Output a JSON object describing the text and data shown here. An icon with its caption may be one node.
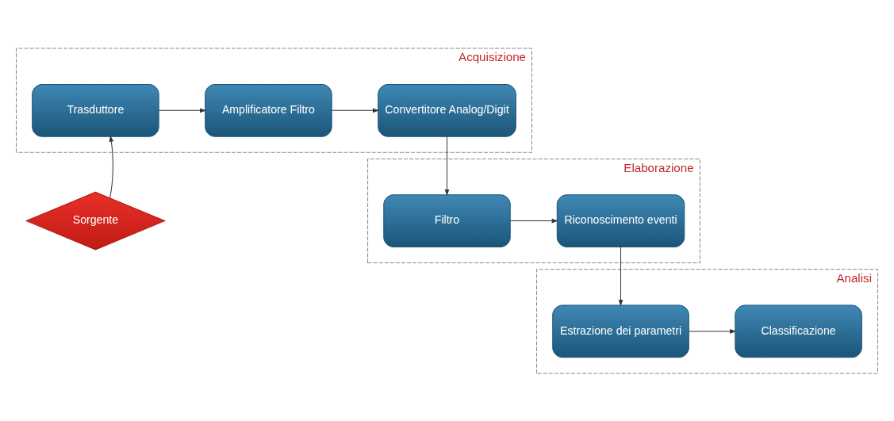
{
  "diagram": {
    "nodes": [
      {
        "text": [
          "Acquisizione"
        ]
      },
      {
        "text": [
          "Trasduttore"
        ],
        "in": 0
      },
      {
        "text": [
          "Amplificatore Filtro"
        ],
        "in": 0
      },
      {
        "text": [
          "Convertitore Analog/Digit"
        ],
        "in": 0
      },
      {
        "text": [
          "Sorgente"
        ]
      },
      {
        "text": [
          "Elaborazione"
        ]
      },
      {
        "text": [
          "Riconoscimento eventi"
        ],
        "in": 5
      },
      {
        "text": [
          "Filtro"
        ],
        "in": 5
      },
      {
        "text": [
          "Analisi"
        ]
      },
      {
        "text": [
          "Estrazione dei parametri"
        ],
        "in": 8
      },
      {
        "text": [
          "Classificazione"
        ],
        "in": 8
      }
    ],
    "edges": [
      {
        "from": 4,
        "to": 1,
        "arrow": "to"
      },
      {
        "from": 1,
        "to": 2,
        "arrow": "to"
      },
      {
        "from": 2,
        "to": 3,
        "arrow": "to"
      },
      {
        "from": 3,
        "to": 7,
        "arrow": "to"
      },
      {
        "from": 7,
        "to": 6,
        "arrow": "to"
      },
      {
        "from": 6,
        "to": 9,
        "arrow": "to"
      },
      {
        "from": 9,
        "to": 10,
        "arrow": "to"
      }
    ]
  }
}
